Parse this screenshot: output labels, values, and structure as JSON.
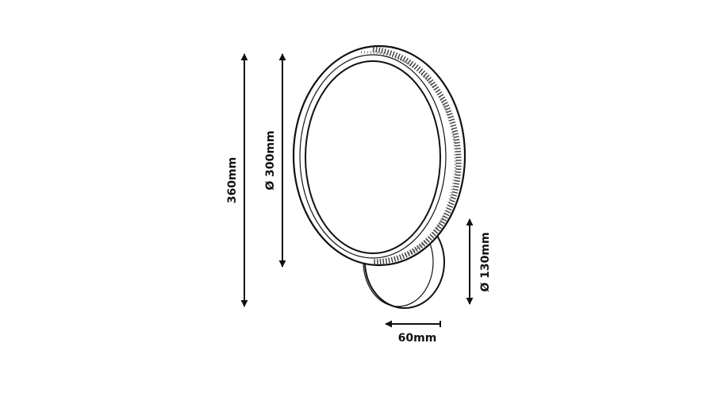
{
  "colors": {
    "background": "#ffffff",
    "line": "#111111"
  },
  "dimensions": {
    "total_height": "360mm",
    "ring_diameter": "Ø 300mm",
    "base_diameter": "Ø 130mm",
    "depth": "60mm"
  }
}
